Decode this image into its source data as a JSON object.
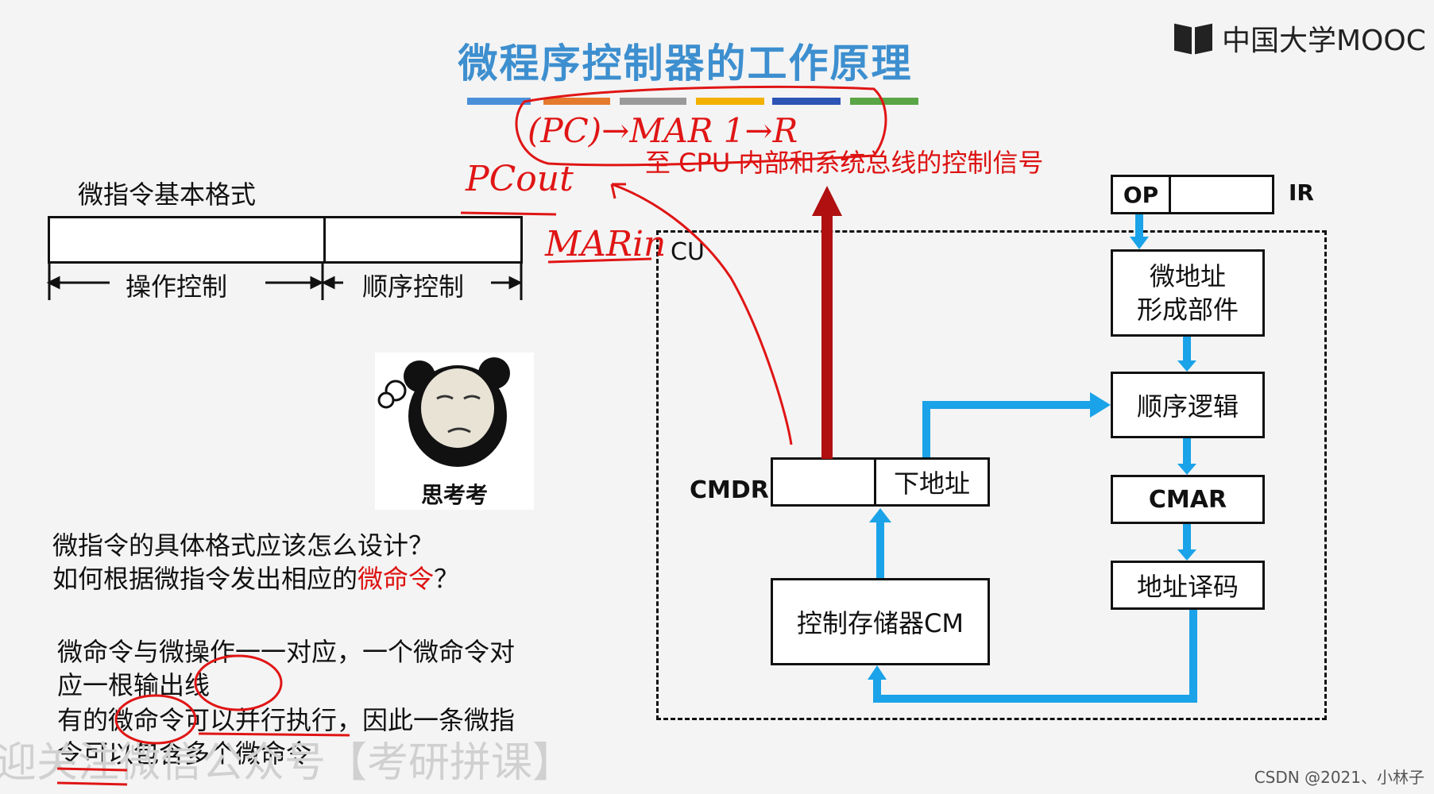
{
  "title": "微程序控制器的工作原理",
  "logo": "中国大学MOOC",
  "colorbar": [
    "#4a90d9",
    "#e57a2f",
    "#9a9a9a",
    "#f2b100",
    "#2d53b5",
    "#5aa545"
  ],
  "left": {
    "heading": "微指令基本格式",
    "op_ctrl": "操作控制",
    "seq_ctrl": "顺序控制",
    "meme_caption": "思考考",
    "q1": "微指令的具体格式应该怎么设计？",
    "q2_prefix": "如何根据微指令发出相应的",
    "q2_red": "微命令",
    "q2_suffix": "？",
    "p1": "微命令与微操作一一对应，一个微命令对应一根输出线",
    "p2": "有的微命令可以并行执行，因此一条微指令可以包含多个微命令"
  },
  "diagram": {
    "cpu_signal": "至 CPU 内部和系统总线的控制信号",
    "cu": "CU",
    "op": "OP",
    "ir": "IR",
    "micro_addr_gen_1": "微地址",
    "micro_addr_gen_2": "形成部件",
    "seq_logic": "顺序逻辑",
    "cmar": "CMAR",
    "addr_decode": "地址译码",
    "cmdr": "CMDR",
    "next_addr": "下地址",
    "cm": "控制存储器CM"
  },
  "handwriting": {
    "h1": "(PC)→MAR  1→R",
    "h2": "PCout",
    "h3": "MARin"
  },
  "overlay": "迎关注微信公众号【考研拼课】",
  "footer": "CSDN @2021、小林子"
}
